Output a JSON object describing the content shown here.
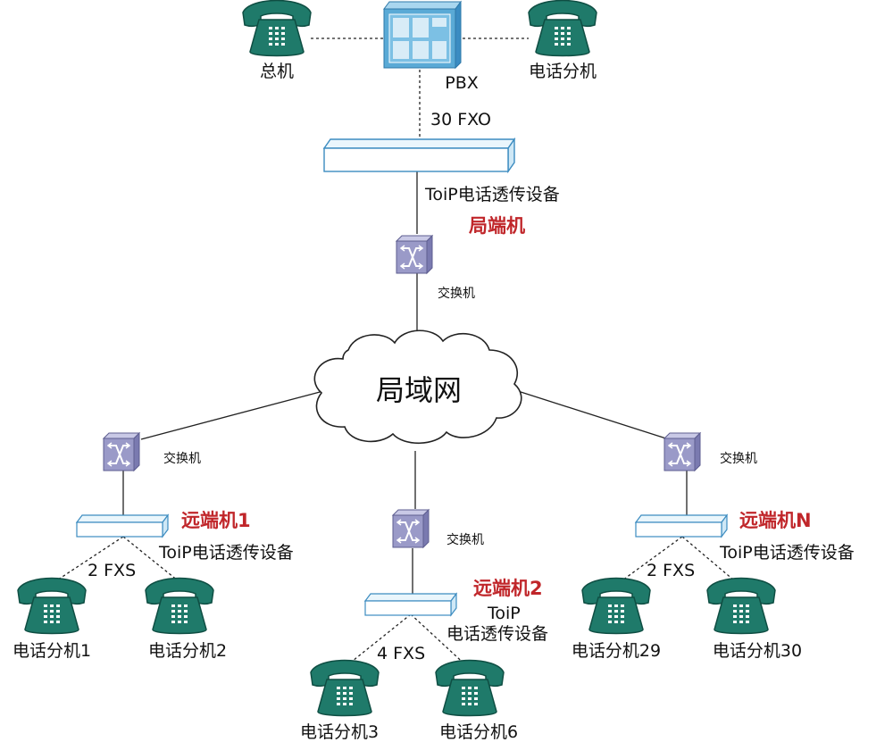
{
  "colors": {
    "phone": "#1f7a6a",
    "pbx": "#5aaad6",
    "device_stroke": "#3c8cc0",
    "switch": "#9a9ac8",
    "remote_label": "#c0262a",
    "line": "#222222"
  },
  "labels": {
    "operator_phone": "总机",
    "pbx": "PBX",
    "pbx_extension_phone": "电话分机",
    "fxo_link": "30 FXO",
    "local_device": "ToiP电话透传设备",
    "local_end": "局端机",
    "local_switch": "交换机",
    "lan": "局域网",
    "left_switch": "交换机",
    "middle_switch": "交换机",
    "right_switch": "交换机",
    "remote1": "远端机1",
    "remote1_device": "ToiP电话透传设备",
    "remote1_fxs": "2  FXS",
    "ext1": "电话分机1",
    "ext2": "电话分机2",
    "remote2": "远端机2",
    "remote2_device_line1": "ToiP",
    "remote2_device_line2": "电话透传设备",
    "remote2_fxs": "4  FXS",
    "ext3": "电话分机3",
    "ext6": "电话分机6",
    "remoteN": "远端机N",
    "remoteN_device": "ToiP电话透传设备",
    "remoteN_fxs": "2  FXS",
    "ext29": "电话分机29",
    "ext30": "电话分机30"
  },
  "icons": {
    "phone": "desk-telephone-icon",
    "pbx": "pbx-cabinet-icon",
    "switch": "network-switch-icon",
    "cloud": "cloud-icon",
    "device": "toip-gateway-device-icon"
  }
}
